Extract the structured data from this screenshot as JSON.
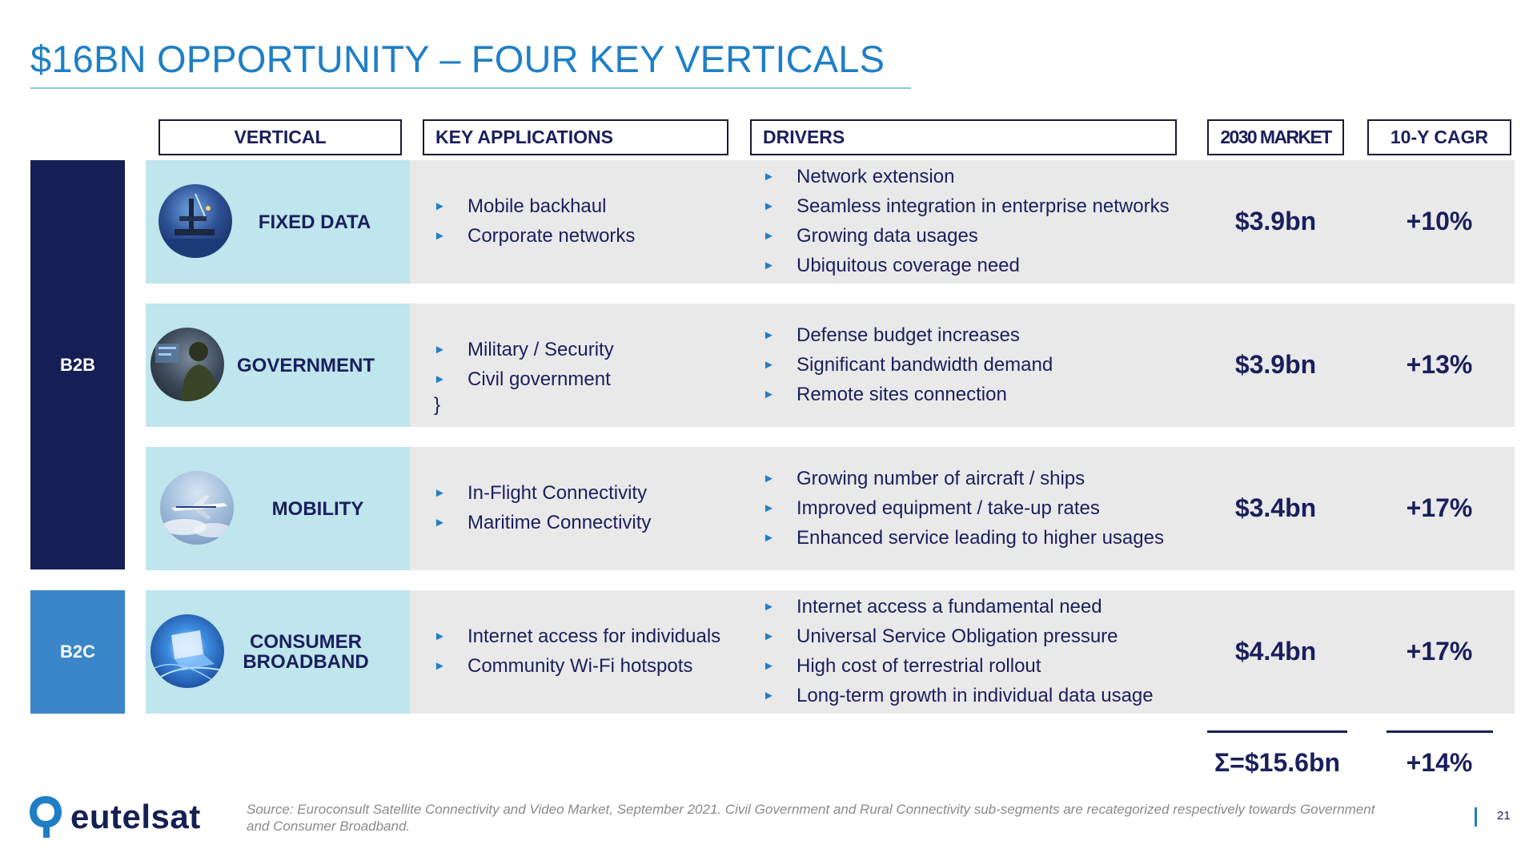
{
  "title": "$16BN OPPORTUNITY – FOUR KEY VERTICALS",
  "headers": {
    "vertical": "VERTICAL",
    "applications": "KEY APPLICATIONS",
    "drivers": "DRIVERS",
    "market": "2030 MARKET",
    "cagr": "10-Y CAGR"
  },
  "groups": {
    "b2b": "B2B",
    "b2c": "B2C"
  },
  "rows": [
    {
      "vertical": "FIXED DATA",
      "applications": [
        "Mobile backhaul",
        "Corporate networks"
      ],
      "drivers": [
        "Network extension",
        "Seamless integration in enterprise networks",
        "Growing data usages",
        "Ubiquitous coverage need"
      ],
      "market": "$3.9bn",
      "cagr": "+10%"
    },
    {
      "vertical": "GOVERNMENT",
      "applications": [
        "Military / Security",
        "Civil government"
      ],
      "drivers": [
        "Defense budget increases",
        "Significant bandwidth demand",
        "Remote sites connection"
      ],
      "market": "$3.9bn",
      "cagr": "+13%"
    },
    {
      "vertical": "MOBILITY",
      "applications": [
        "In-Flight Connectivity",
        "Maritime Connectivity"
      ],
      "drivers": [
        "Growing number of aircraft / ships",
        "Improved equipment / take-up rates",
        "Enhanced service leading to higher usages"
      ],
      "market": "$3.4bn",
      "cagr": "+17%"
    },
    {
      "vertical_line1": "CONSUMER",
      "vertical_line2": "BROADBAND",
      "applications": [
        "Internet access for individuals",
        "Community Wi-Fi hotspots"
      ],
      "drivers": [
        "Internet access a fundamental need",
        "Universal Service Obligation pressure",
        "High cost of terrestrial rollout",
        "Long-term growth in individual data usage"
      ],
      "market": "$4.4bn",
      "cagr": "+17%"
    }
  ],
  "totals": {
    "market": "Σ=$15.6bn",
    "cagr": "+14%"
  },
  "bullet": "►",
  "logo": "eutelsat",
  "source": "Source: Euroconsult Satellite Connectivity and Video Market, September 2021. Civil Government and Rural Connectivity sub-segments are recategorized respectively towards Government and Consumer Broadband.",
  "page_number": "21",
  "colors": {
    "navy": "#161f55",
    "accent": "#1f7fc6",
    "b2c": "#3a86c8",
    "vertical_bg": "#bfe5ed",
    "row_bg": "#e9e9ea"
  }
}
